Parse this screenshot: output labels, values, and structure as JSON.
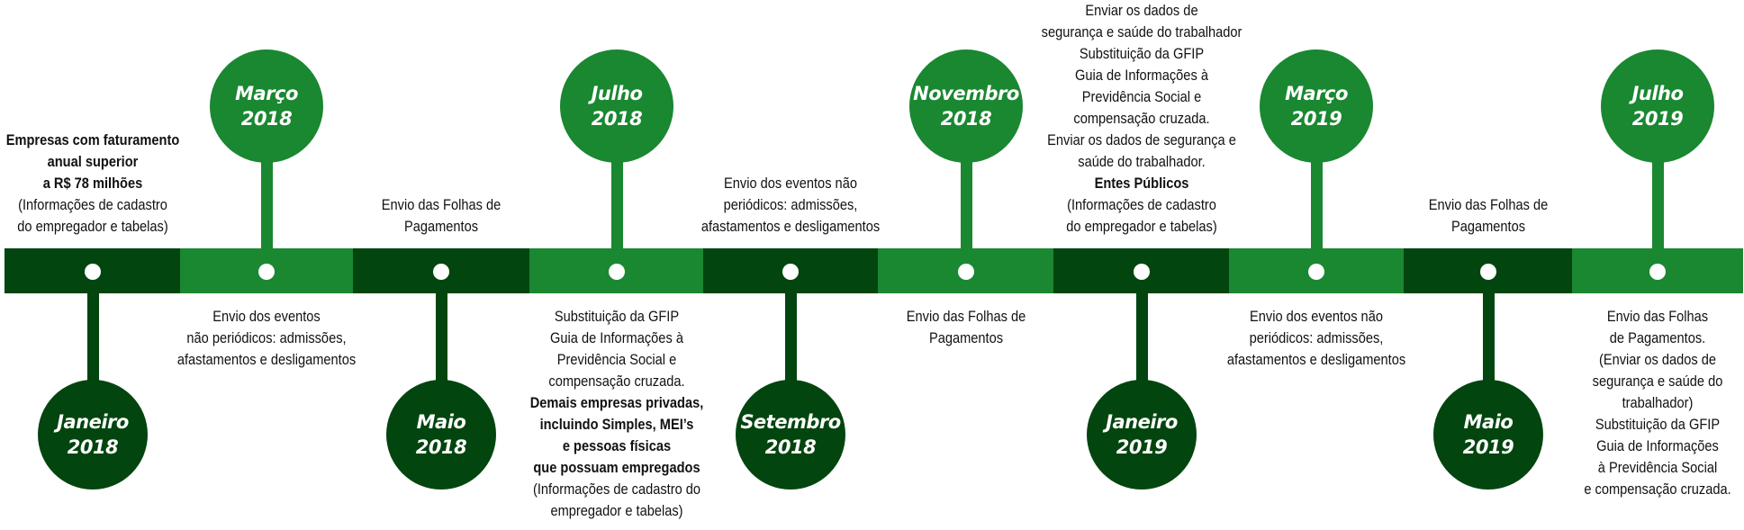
{
  "colors": {
    "dark": "#02450F",
    "light": "#1A8731",
    "dot": "#FFFFFF",
    "text": "#111111"
  },
  "milestones": [
    {
      "month": "Janeiro",
      "year": "2018",
      "position": "below",
      "desc": [
        {
          "text": "Empresas com faturamento",
          "bold": true
        },
        {
          "text": "anual superior",
          "bold": true
        },
        {
          "text": "a R$ 78 milhões",
          "bold": true
        },
        {
          "text": "(Informações de cadastro",
          "bold": false
        },
        {
          "text": "do empregador e tabelas)",
          "bold": false
        }
      ]
    },
    {
      "month": "Março",
      "year": "2018",
      "position": "above",
      "desc": [
        {
          "text": "Envio dos eventos",
          "bold": false
        },
        {
          "text": "não periódicos: admissões,",
          "bold": false
        },
        {
          "text": "afastamentos e desligamentos",
          "bold": false
        }
      ]
    },
    {
      "month": "Maio",
      "year": "2018",
      "position": "below",
      "desc": [
        {
          "text": "Envio das Folhas de",
          "bold": false
        },
        {
          "text": "Pagamentos",
          "bold": false
        }
      ]
    },
    {
      "month": "Julho",
      "year": "2018",
      "position": "above",
      "desc": [
        {
          "text": "Substituição da GFIP",
          "bold": false
        },
        {
          "text": "Guia de Informações à",
          "bold": false
        },
        {
          "text": "Previdência Social e",
          "bold": false
        },
        {
          "text": "compensação cruzada.",
          "bold": false
        },
        {
          "text": "Demais empresas privadas,",
          "bold": true
        },
        {
          "text": "incluindo Simples, MEI’s",
          "bold": true
        },
        {
          "text": "e pessoas físicas",
          "bold": true
        },
        {
          "text": "que possuam empregados",
          "bold": true
        },
        {
          "text": "(Informações de cadastro do",
          "bold": false
        },
        {
          "text": "empregador e tabelas)",
          "bold": false
        }
      ]
    },
    {
      "month": "Setembro",
      "year": "2018",
      "position": "below",
      "desc": [
        {
          "text": "Envio dos eventos não",
          "bold": false
        },
        {
          "text": "periódicos: admissões,",
          "bold": false
        },
        {
          "text": "afastamentos e desligamentos",
          "bold": false
        }
      ]
    },
    {
      "month": "Novembro",
      "year": "2018",
      "position": "above",
      "desc": [
        {
          "text": "Envio das Folhas de",
          "bold": false
        },
        {
          "text": "Pagamentos",
          "bold": false
        }
      ]
    },
    {
      "month": "Janeiro",
      "year": "2019",
      "position": "below",
      "desc": [
        {
          "text": "Enviar os dados de",
          "bold": false
        },
        {
          "text": "segurança e saúde do trabalhador",
          "bold": false
        },
        {
          "text": "Substituição da GFIP",
          "bold": false
        },
        {
          "text": "Guia de Informações à",
          "bold": false
        },
        {
          "text": "Previdência Social e",
          "bold": false
        },
        {
          "text": "compensação cruzada.",
          "bold": false
        },
        {
          "text": "Enviar os dados de segurança e",
          "bold": false
        },
        {
          "text": "saúde do trabalhador.",
          "bold": false
        },
        {
          "text": "Entes Públicos",
          "bold": true
        },
        {
          "text": "(Informações de cadastro",
          "bold": false
        },
        {
          "text": "do empregador e tabelas)",
          "bold": false
        }
      ]
    },
    {
      "month": "Março",
      "year": "2019",
      "position": "above",
      "desc": [
        {
          "text": "Envio dos eventos não",
          "bold": false
        },
        {
          "text": "periódicos: admissões,",
          "bold": false
        },
        {
          "text": "afastamentos e desligamentos",
          "bold": false
        }
      ]
    },
    {
      "month": "Maio",
      "year": "2019",
      "position": "below",
      "desc": [
        {
          "text": "Envio das Folhas de",
          "bold": false
        },
        {
          "text": "Pagamentos",
          "bold": false
        }
      ]
    },
    {
      "month": "Julho",
      "year": "2019",
      "position": "above",
      "desc": [
        {
          "text": "Envio das Folhas",
          "bold": false
        },
        {
          "text": "de Pagamentos.",
          "bold": false
        },
        {
          "text": "(Enviar os dados de",
          "bold": false
        },
        {
          "text": "segurança e saúde do",
          "bold": false
        },
        {
          "text": "trabalhador)",
          "bold": false
        },
        {
          "text": "Substituição da GFIP",
          "bold": false
        },
        {
          "text": "Guia de Informações",
          "bold": false
        },
        {
          "text": "à Previdência Social",
          "bold": false
        },
        {
          "text": "e compensação cruzada.",
          "bold": false
        }
      ]
    }
  ]
}
